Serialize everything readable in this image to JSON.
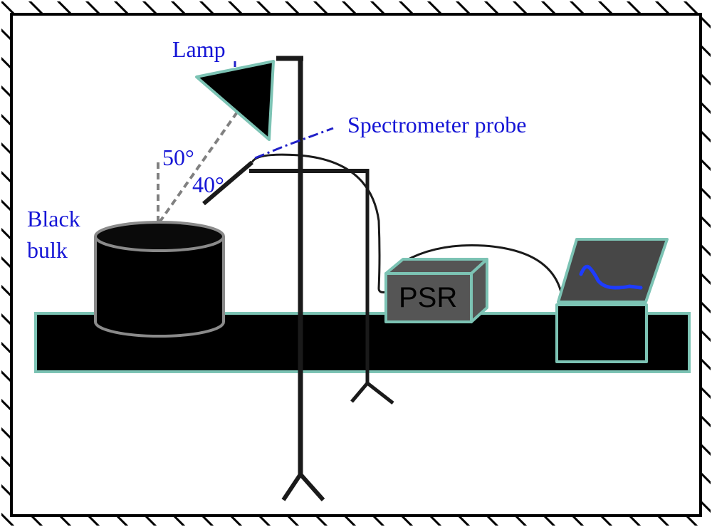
{
  "labels": {
    "lamp": "Lamp",
    "spectrometer_probe": "Spectrometer probe",
    "angle_lamp": "50°",
    "angle_probe": "40°",
    "black_bulk_line1": "Black",
    "black_bulk_line2": "bulk",
    "psr": "PSR"
  },
  "colors": {
    "label_blue": "#1515d6",
    "outline_teal": "#7cc3b4",
    "psr_gray": "#555555",
    "screen_gray": "#474747",
    "cylinder_outline": "#8a8a8a",
    "dash_gray": "#808080"
  }
}
